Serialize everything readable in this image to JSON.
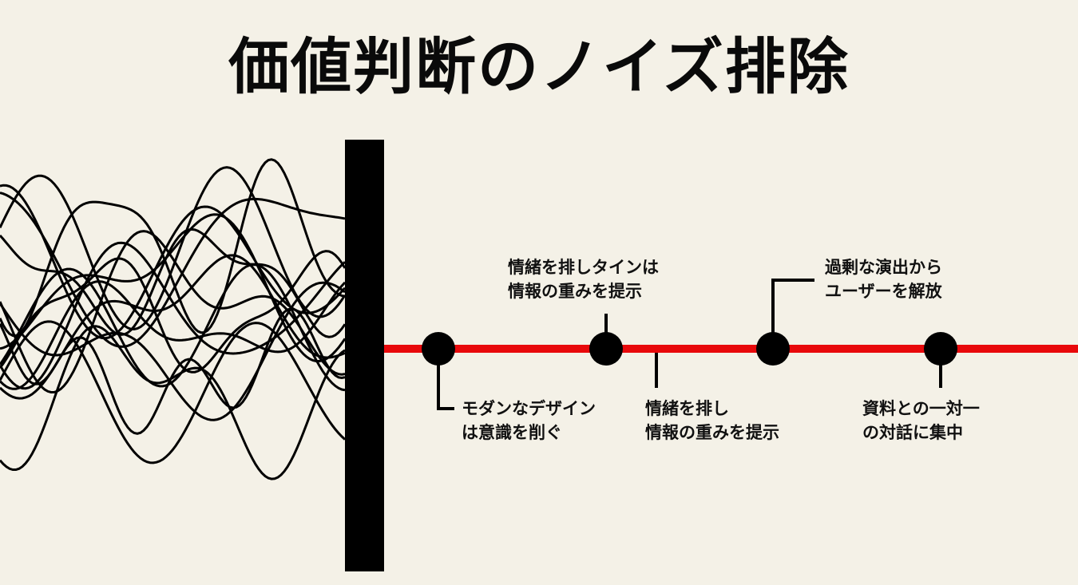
{
  "title": "価値判断のノイズ排除",
  "colors": {
    "background": "#f4f1e7",
    "timeline": "#e8090b",
    "ink": "#000000"
  },
  "timeline": {
    "labels": [
      {
        "line1": "モダンなデザイン",
        "line2": "は意識を削ぐ"
      },
      {
        "line1": "情緒を排しタインは",
        "line2": "情報の重みを提示"
      },
      {
        "line1": "情緒を排し",
        "line2": "情報の重みを提示"
      },
      {
        "line1": "過剰な演出から",
        "line2": "ユーザーを解放"
      },
      {
        "line1": "資料との一対一",
        "line2": "の対話に集中"
      }
    ]
  }
}
